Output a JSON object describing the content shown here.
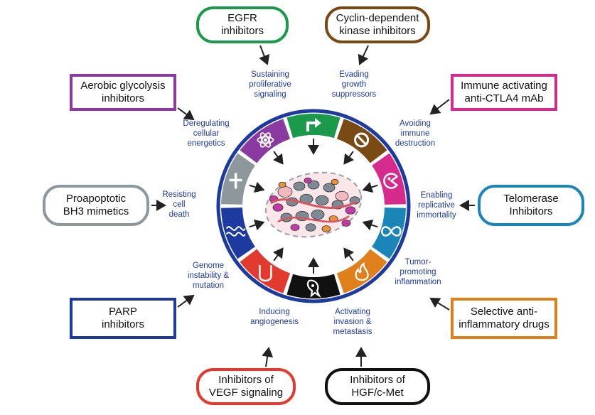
{
  "colors": {
    "ring_outline": "#1c3aa0",
    "hallmark_text": "#1f3aa6",
    "arrow": "#222222"
  },
  "drugs": [
    {
      "id": "egfr",
      "label": "EGFR\ninhibitors",
      "color": "#1a9a4a",
      "shape": "pill"
    },
    {
      "id": "cdk",
      "label": "Cyclin-dependent\nkinase inhibitors",
      "color": "#7a4a14",
      "shape": "pill"
    },
    {
      "id": "immune",
      "label": "Immune activating\nanti-CTLA4 mAb",
      "color": "#d62a8c",
      "shape": "rect"
    },
    {
      "id": "telomerase",
      "label": "Telomerase\nInhibitors",
      "color": "#1a86b8",
      "shape": "pill"
    },
    {
      "id": "antiinflam",
      "label": "Selective anti-\ninflammatory drugs",
      "color": "#e0801c",
      "shape": "rect"
    },
    {
      "id": "hgf",
      "label": "Inhibitors of\nHGF/c-Met",
      "color": "#111111",
      "shape": "pill"
    },
    {
      "id": "vegf",
      "label": "Inhibitors of\nVEGF signaling",
      "color": "#e23a2e",
      "shape": "pill"
    },
    {
      "id": "parp",
      "label": "PARP\ninhibitors",
      "color": "#1c3aa0",
      "shape": "rect"
    },
    {
      "id": "bh3",
      "label": "Proapoptotic\nBH3 mimetics",
      "color": "#8e979c",
      "shape": "pill"
    },
    {
      "id": "glycolysis",
      "label": "Aerobic glycolysis\ninhibitors",
      "color": "#8a3aa0",
      "shape": "rect"
    }
  ],
  "hallmarks": [
    {
      "id": "proliferative",
      "label": "Sustaining\nproliferative\nsignaling",
      "color": "#1a9a4a",
      "icon": "arrow-up-right-icon"
    },
    {
      "id": "growth",
      "label": "Evading\ngrowth\nsuppressors",
      "color": "#7a4a14",
      "icon": "prohibition-icon"
    },
    {
      "id": "immune",
      "label": "Avoiding\nimmune\ndestruction",
      "color": "#d62a8c",
      "icon": "pacman-cell-icon"
    },
    {
      "id": "immortality",
      "label": "Enabling\nreplicative\nimmortality",
      "color": "#1a86b8",
      "icon": "infinity-icon"
    },
    {
      "id": "inflammation",
      "label": "Tumor-\npromoting\ninflammation",
      "color": "#e0801c",
      "icon": "flame-icon"
    },
    {
      "id": "invasion",
      "label": "Activating\ninvasion &\nmetastasis",
      "color": "#111111",
      "icon": "migrating-cell-icon"
    },
    {
      "id": "angiogenesis",
      "label": "Inducing\nangiogenesis",
      "color": "#e23a2e",
      "icon": "vessel-icon"
    },
    {
      "id": "genome",
      "label": "Genome\ninstability &\nmutation",
      "color": "#1c3aa0",
      "icon": "dna-icon"
    },
    {
      "id": "death",
      "label": "Resisting\ncell\ndeath",
      "color": "#8e979c",
      "icon": "cross-icon"
    },
    {
      "id": "energetics",
      "label": "Deregulating\ncellular\nenergetics",
      "color": "#8a3aa0",
      "icon": "atom-icon"
    }
  ]
}
